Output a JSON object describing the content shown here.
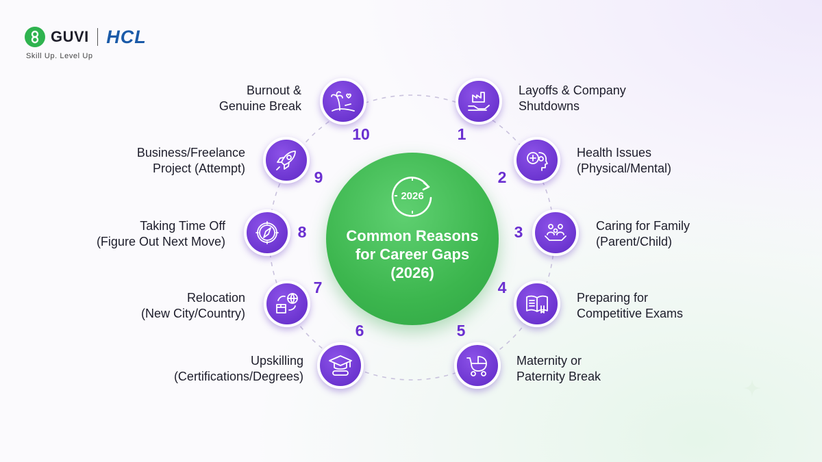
{
  "brand": {
    "name": "GUVI",
    "partner": "HCL",
    "tagline": "Skill Up. Level Up"
  },
  "center": {
    "year": "2026",
    "title": "Common Reasons for Career Gaps (2026)"
  },
  "reasons": [
    {
      "number": "1",
      "line1": "Layoffs & Company",
      "line2": "Shutdowns",
      "icon": "factory-hand-icon"
    },
    {
      "number": "2",
      "line1": "Health Issues",
      "line2": "(Physical/Mental)",
      "icon": "health-head-icon"
    },
    {
      "number": "3",
      "line1": "Caring for Family",
      "line2": "(Parent/Child)",
      "icon": "family-care-icon"
    },
    {
      "number": "4",
      "line1": "Preparing for",
      "line2": "Competitive Exams",
      "icon": "book-icon"
    },
    {
      "number": "5",
      "line1": "Maternity or",
      "line2": "Paternity Break",
      "icon": "baby-stroller-icon"
    },
    {
      "number": "6",
      "line1": "Upskilling",
      "line2": "(Certifications/Degrees)",
      "icon": "graduation-cap-icon"
    },
    {
      "number": "7",
      "line1": "Relocation",
      "line2": "(New City/Country)",
      "icon": "relocation-globe-icon"
    },
    {
      "number": "8",
      "line1": "Taking Time Off",
      "line2": "(Figure Out Next Move)",
      "icon": "compass-icon"
    },
    {
      "number": "9",
      "line1": "Business/Freelance",
      "line2": "Project (Attempt)",
      "icon": "rocket-icon"
    },
    {
      "number": "10",
      "line1": "Burnout &",
      "line2": "Genuine Break",
      "icon": "beach-palm-icon"
    }
  ],
  "colors": {
    "accent_purple": "#6c35d0",
    "center_green": "#3cb64e",
    "hcl_blue": "#1a5aa8",
    "guvi_green": "#2fb34f"
  }
}
